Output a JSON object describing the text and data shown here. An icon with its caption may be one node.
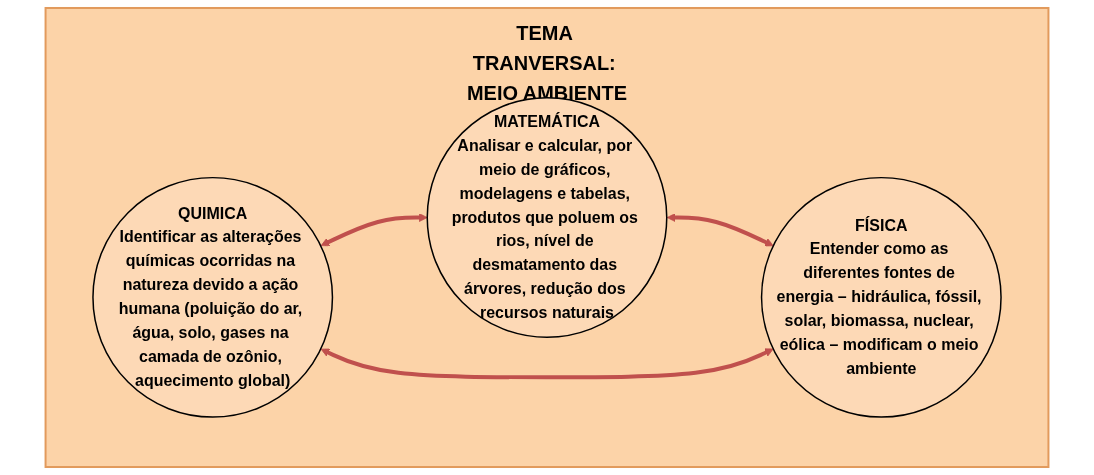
{
  "diagram": {
    "nodes": [
      {
        "text": [
          "TEMA TRANVERSAL: MEIO AMBIENTE"
        ]
      },
      {
        "text": [
          "QUIMICA",
          "Identificar as alterações químicas ocorridas na natureza devido a ação humana (poluição do ar, água, solo, gases na camada de ozônio, aquecimento global)"
        ],
        "in": 0
      },
      {
        "text": [
          "MATEMÁTICA",
          "Analisar e calcular, por meio de gráficos, modelagens e tabelas, produtos que poluem os rios, nível de desmatamento das árvores, redução dos recursos naturais"
        ],
        "in": 0
      },
      {
        "text": [
          "FÍSICA",
          "Entender como as diferentes fontes de energia – hidráulica, fóssil, solar, biomassa, nuclear, eólica – modificam o meio ambiente"
        ],
        "in": 0
      }
    ],
    "edges": [
      {
        "from": 1,
        "to": 2,
        "arrow": "both"
      },
      {
        "from": 2,
        "to": 3,
        "arrow": "both"
      },
      {
        "from": 1,
        "to": 3,
        "arrow": "both"
      }
    ]
  }
}
